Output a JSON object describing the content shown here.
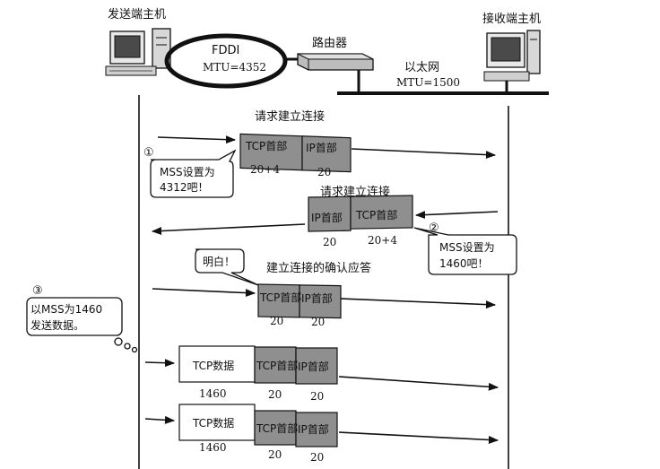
{
  "hosts": {
    "sender": "发送端主机",
    "receiver": "接收端主机",
    "router": "路由器"
  },
  "networks": {
    "fddi_name": "FDDI",
    "fddi_mtu": "MTU=4352",
    "ethernet_name": "以太网",
    "ethernet_mtu": "MTU=1500"
  },
  "steps": {
    "s1_num": "①",
    "s1_title": "请求建立连接",
    "s1_bubble_l1": "MSS设置为",
    "s1_bubble_l2": "4312吧！",
    "s1_tcp": "TCP首部",
    "s1_ip": "IP首部",
    "s1_tcp_size": "20+4",
    "s1_ip_size": "20",
    "s2_num": "②",
    "s2_title": "请求建立连接",
    "s2_bubble_l1": "MSS设置为",
    "s2_bubble_l2": "1460吧！",
    "s2_tcp": "TCP首部",
    "s2_ip": "IP首部",
    "s2_tcp_size": "20+4",
    "s2_ip_size": "20",
    "s3_bubble": "明白！",
    "s3_title": "建立连接的确认应答",
    "s3_tcp": "TCP首部",
    "s3_ip": "IP首部",
    "s3_tcp_size": "20",
    "s3_ip_size": "20",
    "note_num": "③",
    "note_l1": "以MSS为1460",
    "note_l2": "发送数据。",
    "d1_data": "TCP数据",
    "d1_tcp": "TCP首部",
    "d1_ip": "IP首部",
    "d1_data_size": "1460",
    "d1_tcp_size": "20",
    "d1_ip_size": "20",
    "d2_data": "TCP数据",
    "d2_tcp": "TCP首部",
    "d2_ip": "IP首部",
    "d2_data_size": "1460",
    "d2_tcp_size": "20",
    "d2_ip_size": "20"
  }
}
